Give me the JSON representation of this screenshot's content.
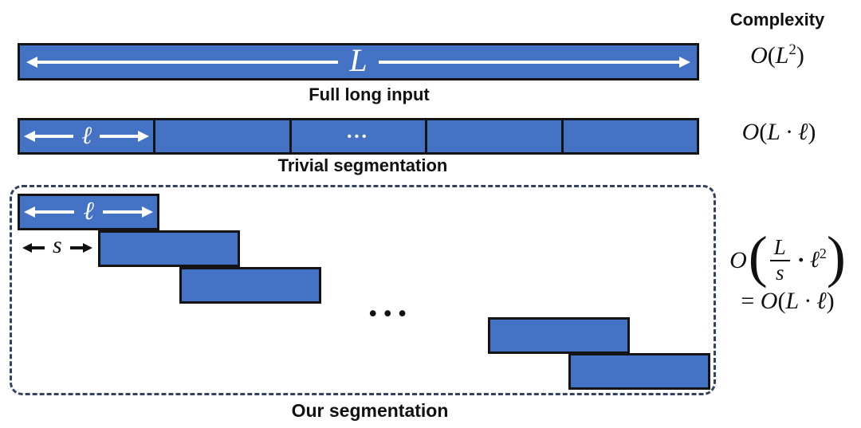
{
  "colors": {
    "bar_fill": "#4472C4",
    "bar_border": "#141414",
    "dashed_border": "#33425f",
    "text": "#111111",
    "arrow_white": "#ffffff"
  },
  "header": {
    "complexity": "Complexity"
  },
  "full_input": {
    "caption": "Full long input",
    "bar_label": "L",
    "complexity": {
      "O": "O",
      "open": "(",
      "arg": "L",
      "sup": "2",
      "close": ")"
    }
  },
  "trivial": {
    "caption": "Trivial segmentation",
    "segment_count": 5,
    "bar_label": "ℓ",
    "ellipsis": "•••",
    "complexity": {
      "O": "O",
      "open": "(",
      "arg": "L · ℓ",
      "close": ")"
    }
  },
  "ours": {
    "caption": "Our segmentation",
    "block_count": 5,
    "window_label": "ℓ",
    "stride_label": "s",
    "ellipsis": "•••",
    "complexity": {
      "O": "O",
      "open": "(",
      "frac_num": "L",
      "frac_den": "s",
      "dot": "·",
      "ell": "ℓ",
      "sup": "2",
      "close": ")",
      "equals": "=",
      "O2": "O",
      "open2": "(",
      "arg2": "L · ℓ",
      "close2": ")"
    }
  }
}
